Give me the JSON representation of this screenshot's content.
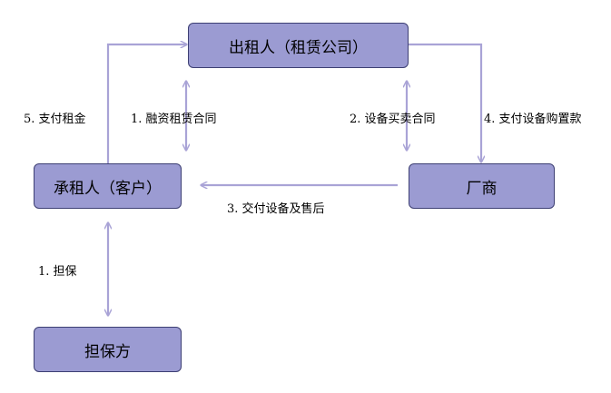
{
  "nodes": {
    "lessor": "出租人（租赁公司）",
    "lessee": "承租人（客户）",
    "vendor": "厂商",
    "guarantor": "担保方"
  },
  "edges": {
    "pay_rent": "5. 支付租金",
    "finance_lease_contract": "1. 融资租赁合同",
    "purchase_contract": "2. 设备买卖合同",
    "pay_equipment": "4. 支付设备购置款",
    "deliver_equipment": "3. 交付设备及售后",
    "guarantee": "1. 担保"
  },
  "colors": {
    "node_fill": "#9b9bd2",
    "node_border": "#3d3f73",
    "edge": "#a9a3d6"
  }
}
